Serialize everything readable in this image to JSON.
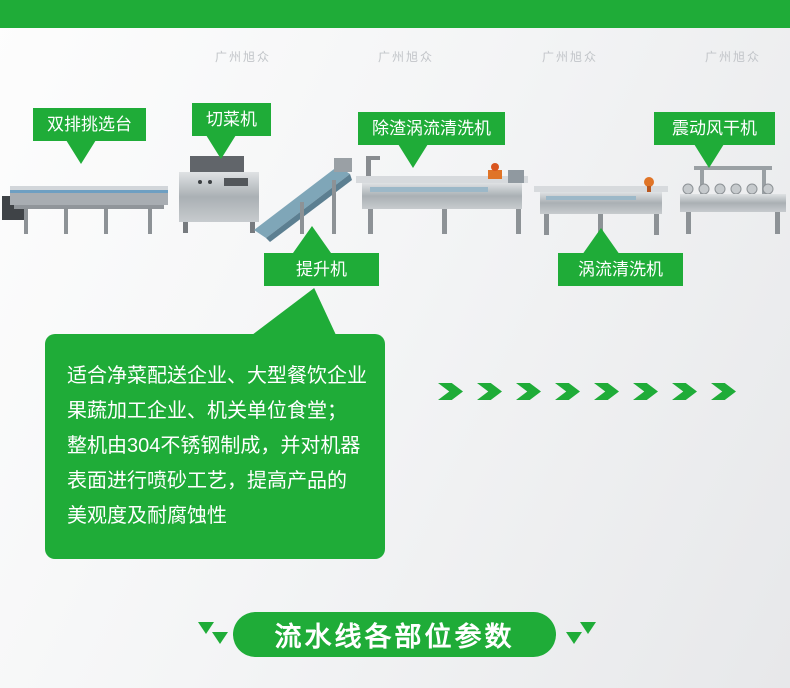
{
  "colors": {
    "accent_green": "#1fac38",
    "watermark_gray": "#c2c5c9",
    "steel_gray": "#aab0b4",
    "accent_orange": "#e07427"
  },
  "watermark": {
    "text": "广州旭众"
  },
  "labels": [
    {
      "id": "selection-table",
      "text": "双排挑选台"
    },
    {
      "id": "cutting-machine",
      "text": "切菜机"
    },
    {
      "id": "deslag-vortex-washer",
      "text": "除渣涡流清洗机"
    },
    {
      "id": "vibration-dryer",
      "text": "震动风干机"
    },
    {
      "id": "elevator",
      "text": "提升机"
    },
    {
      "id": "vortex-washer",
      "text": "涡流清洗机"
    }
  ],
  "callout": {
    "lines": [
      "适合净菜配送企业、大型餐饮企业",
      "果蔬加工企业、机关单位食堂；",
      "整机由304不锈钢制成，并对机器",
      "表面进行喷砂工艺，提高产品的",
      "美观度及耐腐蚀性"
    ]
  },
  "banner": {
    "text": "流水线各部位参数"
  }
}
